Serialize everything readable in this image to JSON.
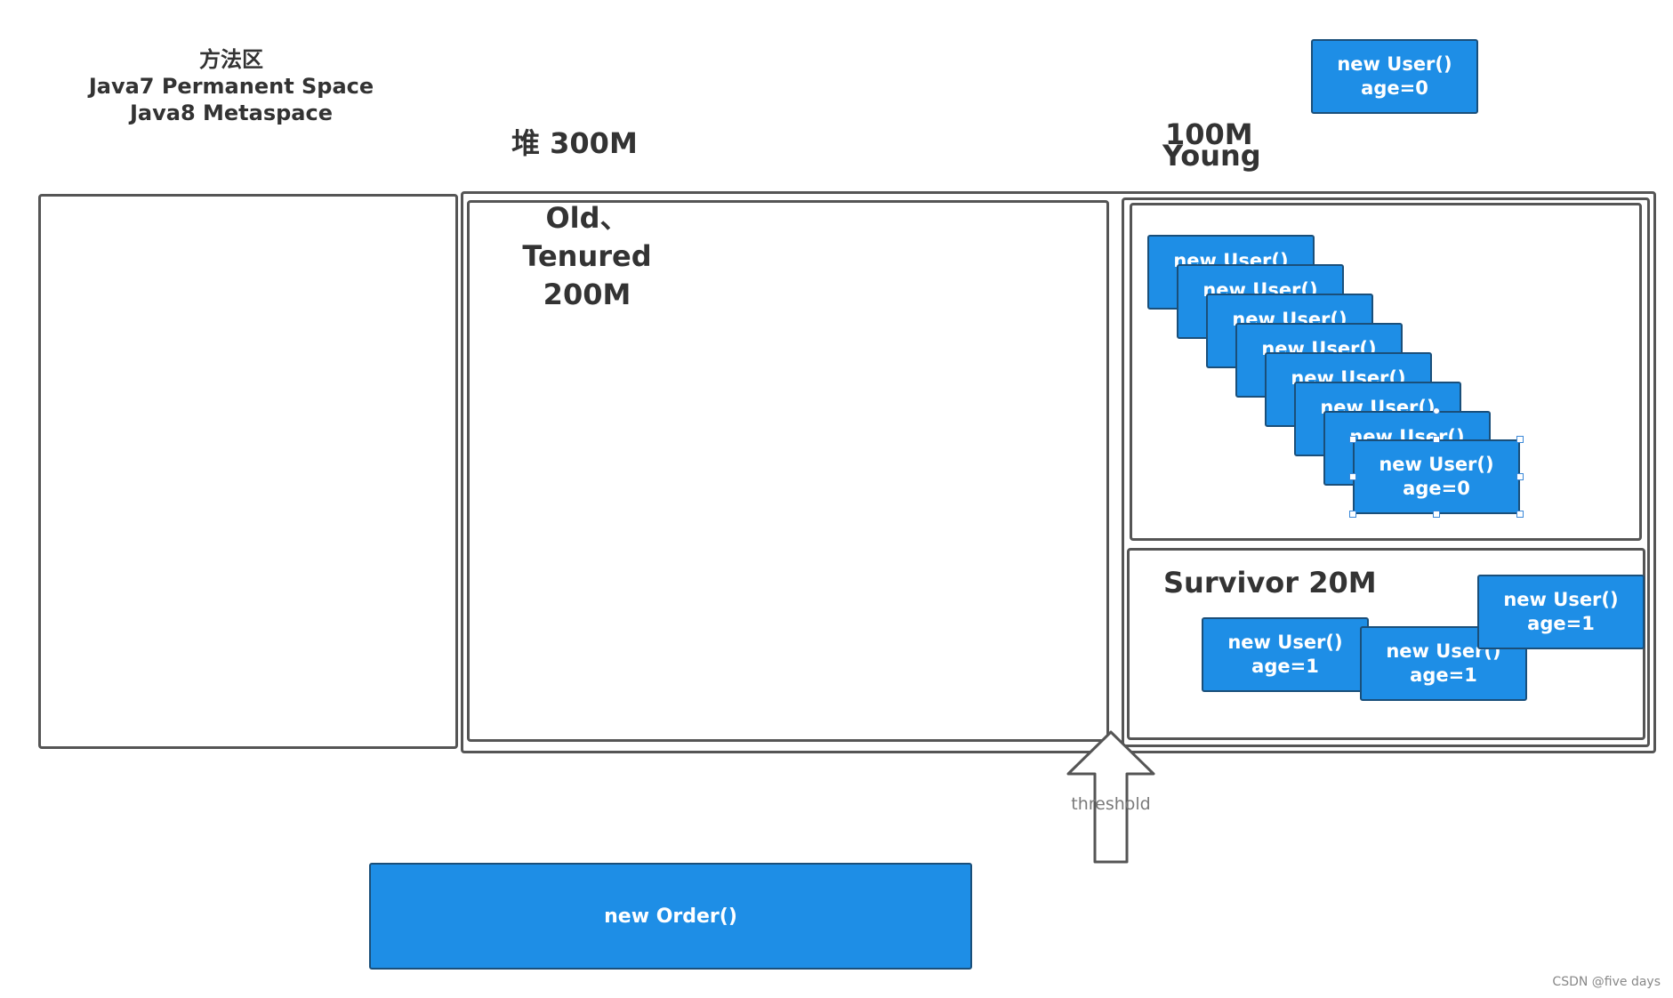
{
  "method_area": {
    "title": "方法区",
    "line1": "Java7 Permanent Space",
    "line2": "Java8 Metaspace"
  },
  "heap": {
    "label": "堆  300M"
  },
  "old": {
    "line1": "Old、",
    "line2": "Tenured",
    "line3": "200M"
  },
  "young": {
    "size": "100M",
    "label": "Young"
  },
  "survivor": {
    "label": "Survivor  20M"
  },
  "top_user": {
    "line1": "new User()",
    "line2": "age=0"
  },
  "eden_objects": [
    {
      "line1": "new User()",
      "line2": ""
    },
    {
      "line1": "new User()",
      "line2": ""
    },
    {
      "line1": "new User()",
      "line2": ""
    },
    {
      "line1": "new User()",
      "line2": ""
    },
    {
      "line1": "new User()",
      "line2": ""
    },
    {
      "line1": "new User()",
      "line2": ""
    },
    {
      "line1": "new User()",
      "line2": ""
    },
    {
      "line1": "new User()",
      "line2": "age=0"
    }
  ],
  "survivor_objects": [
    {
      "line1": "new User()",
      "line2": "age=1"
    },
    {
      "line1": "new User()",
      "line2": "age=1"
    },
    {
      "line1": "new User()",
      "line2": "age=1"
    }
  ],
  "threshold": {
    "label": "threshold"
  },
  "order": {
    "label": "new Order()"
  },
  "watermark": "CSDN @five days",
  "colors": {
    "object_fill": "#1e8ee6",
    "object_border": "#1a4f7a",
    "panel_border": "#555555"
  }
}
